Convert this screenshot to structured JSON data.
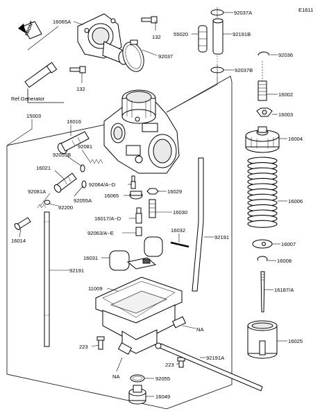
{
  "diagram": {
    "figure_code": "E1611",
    "front_label": "FRONT",
    "ref_generator": "Ref.Generator",
    "labels": {
      "p16065A": "16065A",
      "p132a": "132",
      "p132b": "132",
      "p92037": "92037",
      "p92037A": "92037A",
      "p55020": "55020",
      "p92191B": "92191B",
      "p92037B": "92037B",
      "p92036": "92036",
      "p16002": "16002",
      "p16003": "16003",
      "p16004": "16004",
      "p15003": "15003",
      "p16016": "16016",
      "p92081": "92081",
      "p92055B": "92055B",
      "p16021": "16021",
      "p92081A": "92081A",
      "p92200": "92200",
      "p92055A": "92055A",
      "p16014": "16014",
      "p92064": "92064/A~D",
      "p16029": "16029",
      "p16065": "16065",
      "p16030": "16030",
      "p16017": "16017/A~D",
      "p92063": "92063/A~E",
      "p16032": "16032",
      "p16031": "16031",
      "p92191_left": "92191",
      "p92191_right": "92191",
      "p16006": "16006",
      "p16007": "16007",
      "p16008": "16008",
      "p11009": "11009",
      "p16187": "16187/A",
      "pNA_right": "NA",
      "pNA_bottom": "NA",
      "p223a": "223",
      "p223b": "223",
      "p92191A": "92191A",
      "p92055": "92055",
      "p16025": "16025",
      "p16049": "16049"
    }
  }
}
